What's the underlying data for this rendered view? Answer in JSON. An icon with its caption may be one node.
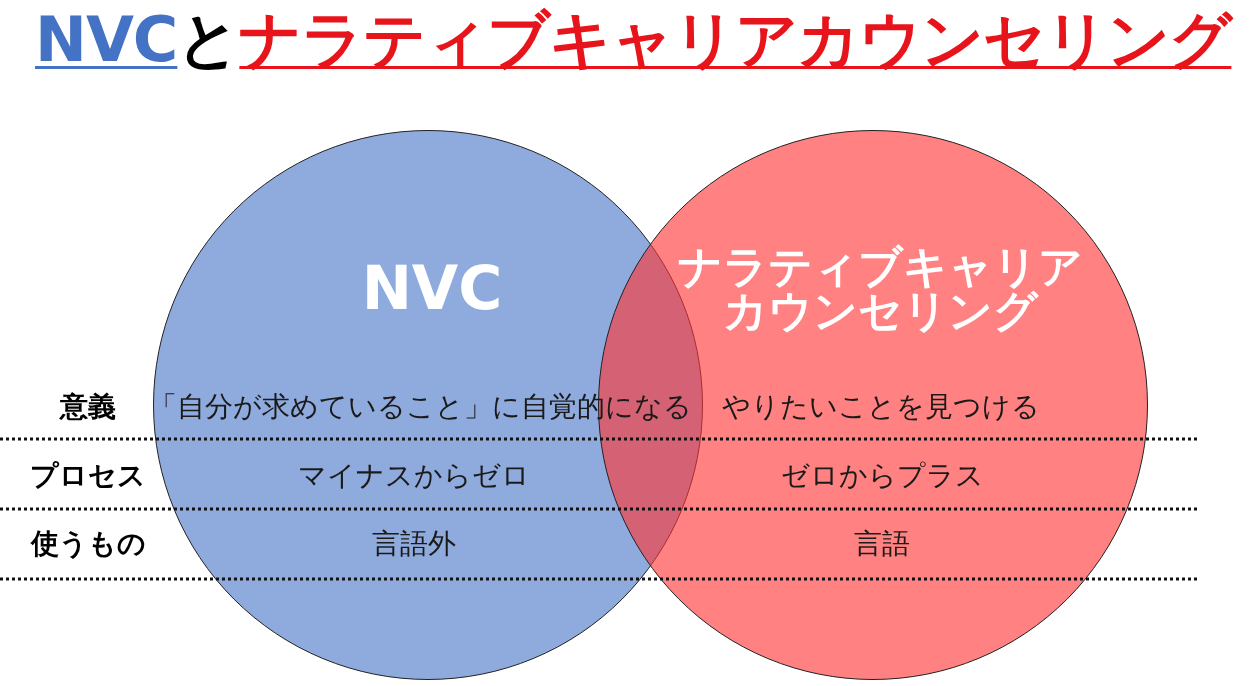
{
  "diagram": {
    "title": "NVCとナラティブキャリアカウンセリング",
    "nodes": [
      {
        "text": [
          "NVC"
        ]
      },
      {
        "text": [
          "ナラティブキャリアカウンセリング"
        ]
      }
    ],
    "labels": [
      "意義",
      "「自分が求めていること」に自覚的になる",
      "やりたいことを見つける",
      "プロセス",
      "マイナスからゼロ",
      "ゼロからプラス",
      "使うもの",
      "言語外",
      "言語"
    ]
  }
}
